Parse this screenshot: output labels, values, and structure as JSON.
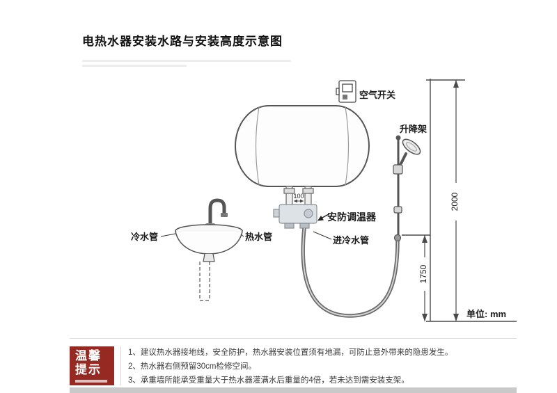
{
  "page": {
    "title": "电热水器安装水路与安装高度示意图"
  },
  "diagram": {
    "labels": {
      "air_switch": "空气开关",
      "lift_rack": "升降架",
      "thermostat": "安防调温器",
      "inlet_cold_pipe": "进冷水管",
      "cold_pipe": "冷水管",
      "hot_pipe": "热水管",
      "unit": "单位: mm"
    },
    "dims": {
      "full_height": "2000",
      "shower_height": "1750",
      "pipe_spacing": "100"
    }
  },
  "tips": {
    "badge_line1": "温馨",
    "badge_line2": "提示",
    "items": [
      "1、建议热水器接地线，安全防护，热水器安装位置须有地漏，可防止意外带来的隐患发生。",
      "2、热水器右侧预留30cm检修空间。",
      "3、承重墙所能承受重量大于热水器灌满水后重量的4倍，若未达到需安装支架。"
    ]
  },
  "colors": {
    "badge_bg": "#962a22",
    "badge_text": "#ffffff",
    "diagram_line": "#4a4a4a",
    "bottom_bar": "#c9c9c9"
  }
}
